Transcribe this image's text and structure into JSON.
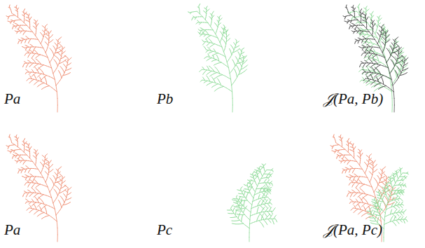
{
  "diagram": {
    "labels": [
      "Pa",
      "Pb",
      "𝒥(Pa, Pb)",
      "Pa",
      "Pc",
      "𝒥(Pa, Pc)"
    ]
  }
}
